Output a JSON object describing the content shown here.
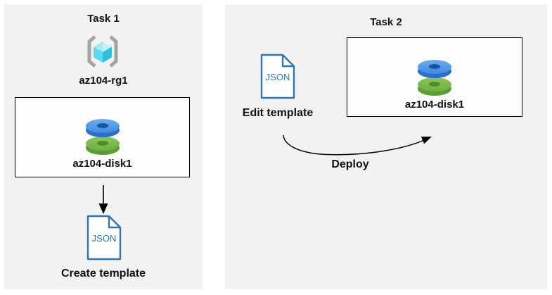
{
  "page": {
    "background": "#ffffff",
    "panel_background": "#f2f2f2",
    "box_border": "#000000"
  },
  "colors": {
    "accent_blue": "#2e75b6",
    "disk_blue": "#3e8be0",
    "disk_green": "#6fb03f",
    "bracket_gray": "#a3a3a3",
    "cube_cyan": "#2cc2de",
    "arrow": "#000000"
  },
  "task1": {
    "title": "Task 1",
    "resource_group": {
      "icon": "resource-group-icon",
      "label": "az104-rg1"
    },
    "disk_box": {
      "icon": "managed-disk-icon",
      "label": "az104-disk1"
    },
    "arrow": {
      "direction": "down"
    },
    "json_file": {
      "icon": "json-file-icon",
      "icon_text": "JSON"
    },
    "caption": "Create template"
  },
  "task2": {
    "title": "Task 2",
    "json_file": {
      "icon": "json-file-icon",
      "icon_text": "JSON",
      "label": "Edit template"
    },
    "disk_box": {
      "icon": "managed-disk-icon",
      "label": "az104-disk1"
    },
    "arrow": {
      "direction": "curved-right",
      "label": "Deploy"
    }
  }
}
